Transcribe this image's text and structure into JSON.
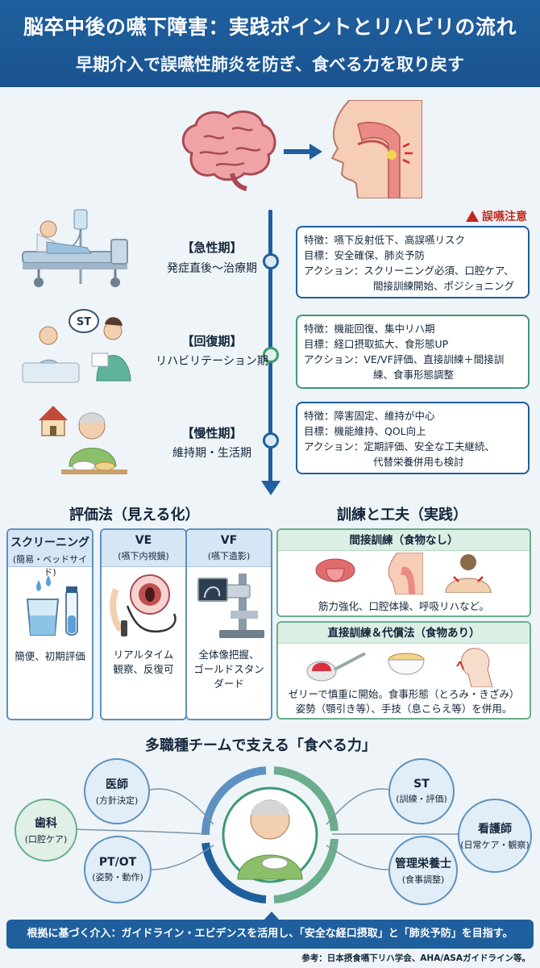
{
  "header": {
    "title": "脳卒中後の嚥下障害：実践ポイントとリハビリの流れ",
    "subtitle": "早期介入で誤嚥性肺炎を防ぎ、食べる力を取り戻す"
  },
  "warning": "誤嚥注意",
  "stages": [
    {
      "title": "【急性期】",
      "subtitle": "発症直後〜治療期",
      "lines": [
        "特徴：嚥下反射低下、高誤嚥リスク",
        "目標：安全確保、肺炎予防",
        "アクション：スクリーニング必須、口腔ケア、",
        "間接訓練開始、ポジショニング"
      ]
    },
    {
      "title": "【回復期】",
      "subtitle": "リハビリテーション期",
      "lines": [
        "特徴：機能回復、集中リハ期",
        "目標：経口摂取拡大、食形態UP",
        "アクション：VE/VF評価、直接訓練＋間接訓",
        "練、食事形態調整"
      ]
    },
    {
      "title": "【慢性期】",
      "subtitle": "維持期・生活期",
      "lines": [
        "特徴：障害固定、維持が中心",
        "目標：機能維持、QOL向上",
        "アクション：定期評価、安全な工夫継続、",
        "代替栄養併用も検討"
      ]
    }
  ],
  "st_bubble": "ST",
  "evaluation": {
    "title": "評価法（見える化）",
    "cards": [
      {
        "name": "スクリーニング",
        "sub": "(簡易・ベッドサイド)",
        "desc": [
          "簡便、初期評価"
        ]
      },
      {
        "name": "VE",
        "sub": "(嚥下内視鏡)",
        "desc": [
          "リアルタイム",
          "観察、反復可"
        ]
      },
      {
        "name": "VF",
        "sub": "(嚥下造影)",
        "desc": [
          "全体像把握、",
          "ゴールドスタン",
          "ダード"
        ]
      }
    ]
  },
  "training": {
    "title": "訓練と工夫（実践）",
    "indirect": {
      "title": "間接訓練（食物なし）",
      "desc": "筋力強化、口腔体操、呼吸リハなど。"
    },
    "direct": {
      "title": "直接訓練＆代償法（食物あり）",
      "desc1": "ゼリーで慎重に開始。食事形態（とろみ・きざみ）",
      "desc2": "姿勢（顎引き等）、手技（息こらえ等）を併用。"
    }
  },
  "team": {
    "title": "多職種チームで支える「食べる力」",
    "members": [
      {
        "name": "医師",
        "role": "(方針決定)"
      },
      {
        "name": "歯科",
        "role": "(口腔ケア)"
      },
      {
        "name": "PT/OT",
        "role": "(姿勢・動作)"
      },
      {
        "name": "ST",
        "role": "(訓練・評価)"
      },
      {
        "name": "看護師",
        "role": "(日常ケア・観察)"
      },
      {
        "name": "管理栄養士",
        "role": "(食事調整)"
      }
    ]
  },
  "footer": "根拠に基づく介入：ガイドライン・エビデンスを活用し、「安全な経口摂取」と「肺炎予防」を目指す。",
  "reference": "参考：日本摂食嚥下リハ学会、AHA/ASAガイドライン等。",
  "colors": {
    "primary": "#1f5f9e",
    "green": "#3c9a74",
    "warning": "#c3271f"
  }
}
